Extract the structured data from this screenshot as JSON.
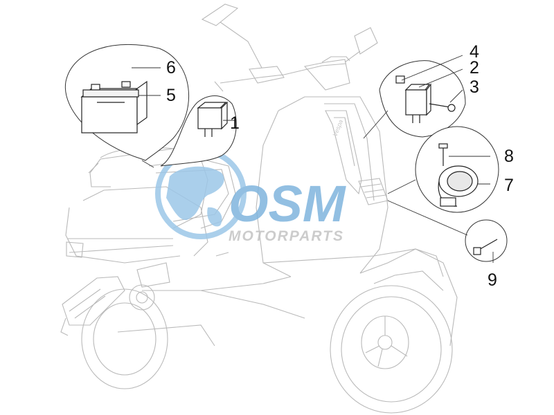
{
  "brand_script": "Vespa",
  "watermark": {
    "logo_text": "OSM",
    "tagline": "MOTORPARTS",
    "color_blue": "#7fb5de",
    "color_grey": "#c4c4c4"
  },
  "callouts": [
    {
      "id": "1",
      "label": "1"
    },
    {
      "id": "2",
      "label": "2"
    },
    {
      "id": "3",
      "label": "3"
    },
    {
      "id": "4",
      "label": "4"
    },
    {
      "id": "5",
      "label": "5"
    },
    {
      "id": "6",
      "label": "6"
    },
    {
      "id": "7",
      "label": "7"
    },
    {
      "id": "8",
      "label": "8"
    },
    {
      "id": "9",
      "label": "9"
    }
  ]
}
